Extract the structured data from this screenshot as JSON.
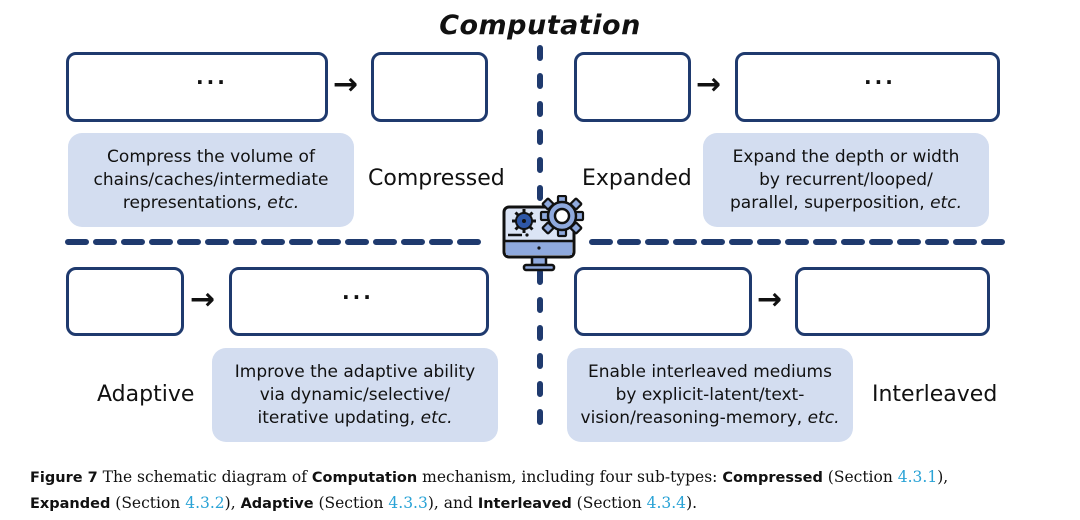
{
  "title": "Computation",
  "quadrants": {
    "compressed": {
      "label": "Compressed",
      "desc_lines": [
        "Compress the volume of",
        "chains/caches/intermediate",
        "representations, "
      ],
      "etc": "etc."
    },
    "expanded": {
      "label": "Expanded",
      "desc_lines": [
        "Expand the depth or width",
        "by recurrent/looped/",
        "parallel, superposition, "
      ],
      "etc": "etc."
    },
    "adaptive": {
      "label": "Adaptive",
      "desc_lines": [
        "Improve the adaptive ability",
        "via dynamic/selective/",
        "iterative updating, "
      ],
      "etc": "etc."
    },
    "interleaved": {
      "label": "Interleaved",
      "desc_lines": [
        "Enable interleaved mediums",
        "by explicit-latent/text-",
        "vision/reasoning-memory, "
      ],
      "etc": "etc."
    }
  },
  "symbols": {
    "arrow": "→",
    "ellipsis": "···"
  },
  "colors": {
    "frame": "#1f3a6e",
    "desc_bg": "#d3ddf0",
    "token_gray": "#cccccc",
    "token_blue": "#dbe4f5",
    "link": "#2aa3d6"
  },
  "icon": "computer-gear-icon",
  "caption": {
    "figure": "Figure 7",
    "t1": " The schematic diagram of ",
    "b1": "Computation",
    "t2": " mechanism, including four sub-types: ",
    "b2": "Compressed",
    "t3": " (Section ",
    "r1": "4.3.1",
    "t4": "),",
    "b3": "Expanded",
    "t5": " (Section ",
    "r2": "4.3.2",
    "t6": "), ",
    "b4": "Adaptive",
    "t7": " (Section ",
    "r3": "4.3.3",
    "t8": "), and ",
    "b5": "Interleaved",
    "t9": " (Section ",
    "r4": "4.3.4",
    "t10": ")."
  }
}
